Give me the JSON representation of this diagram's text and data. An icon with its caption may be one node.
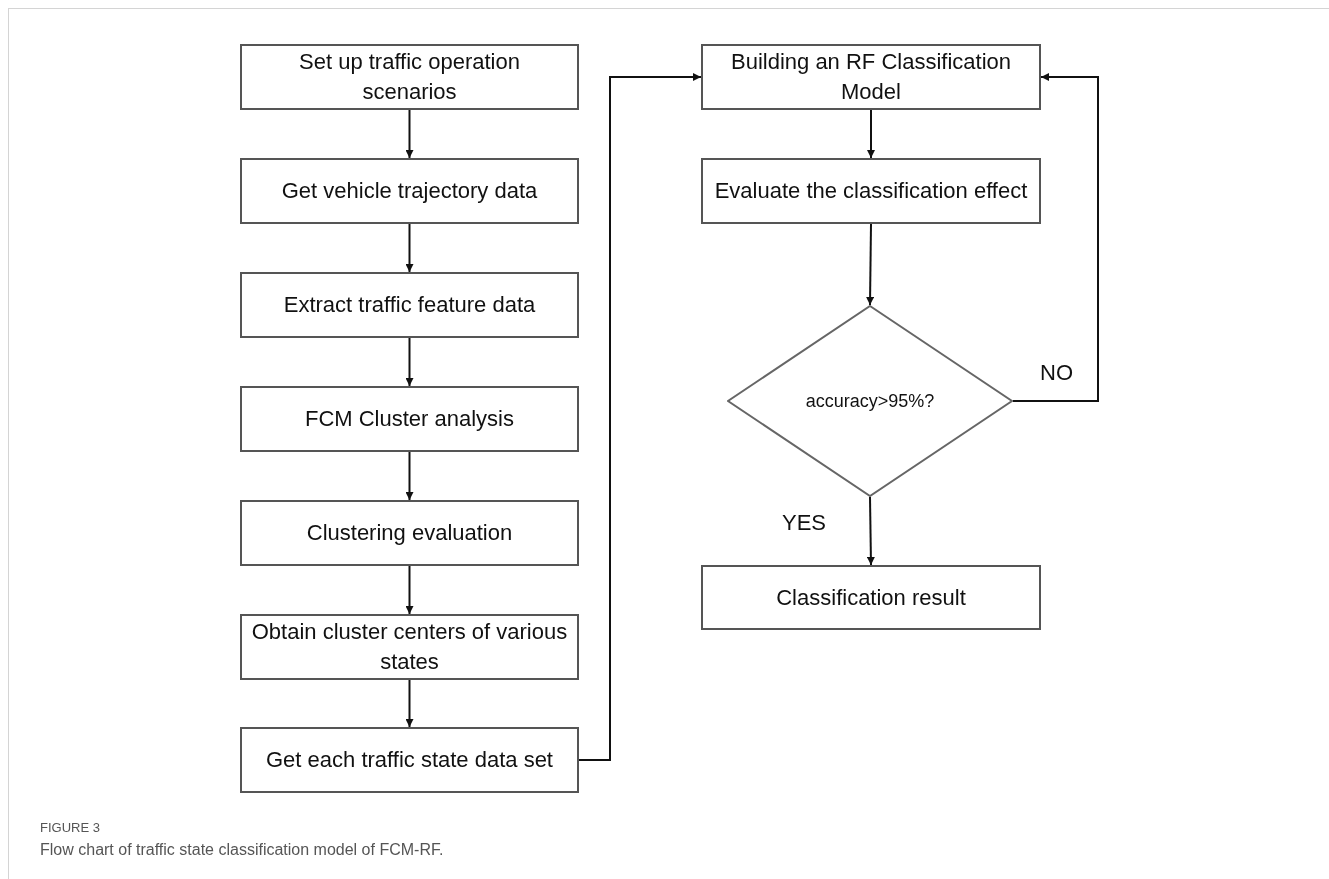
{
  "diagram": {
    "caption": "Flow chart of traffic state classification model of FCM-RF.",
    "nodes": [
      {
        "text": [
          "Set up traffic operation scenarios"
        ]
      },
      {
        "text": [
          "Get vehicle trajectory data"
        ]
      },
      {
        "text": [
          "Extract traffic feature data"
        ]
      },
      {
        "text": [
          "FCM Cluster analysis"
        ]
      },
      {
        "text": [
          "Clustering evaluation"
        ]
      },
      {
        "text": [
          "Obtain cluster centers of various states"
        ]
      },
      {
        "text": [
          "Get each traffic state data set"
        ]
      },
      {
        "text": [
          "Building an RF Classification Model"
        ]
      },
      {
        "text": [
          "Evaluate the classification effect"
        ]
      },
      {
        "text": [
          "accuracy>95%?"
        ]
      },
      {
        "text": [
          "Classification result"
        ]
      }
    ],
    "edges": [
      {
        "from": 0,
        "to": 1,
        "arrow": "to"
      },
      {
        "from": 1,
        "to": 2,
        "arrow": "to"
      },
      {
        "from": 2,
        "to": 3,
        "arrow": "to"
      },
      {
        "from": 3,
        "to": 4,
        "arrow": "to"
      },
      {
        "from": 4,
        "to": 5,
        "arrow": "to"
      },
      {
        "from": 5,
        "to": 6,
        "arrow": "to"
      },
      {
        "from": 6,
        "to": 7,
        "arrow": "to"
      },
      {
        "from": 7,
        "to": 8,
        "arrow": "to"
      },
      {
        "from": 8,
        "to": 9,
        "arrow": "to"
      },
      {
        "from": 9,
        "to": 10,
        "arrow": "to",
        "label": "YES"
      },
      {
        "from": 9,
        "to": 7,
        "arrow": "to",
        "label": "NO"
      }
    ],
    "labels": [
      "FIGURE 3"
    ]
  }
}
